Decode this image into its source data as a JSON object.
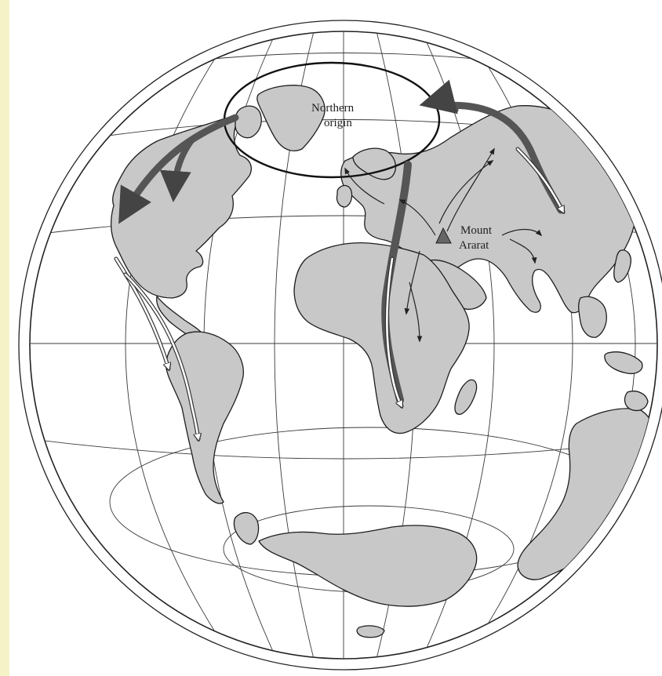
{
  "labels": {
    "northern_origin_line1": "Northern",
    "northern_origin_line2": "origin",
    "mount_ararat_line1": "Mount",
    "mount_ararat_line2": "Ararat"
  },
  "colors": {
    "land": "#c9c8c9",
    "land_outline": "#1e1e1e",
    "grid": "#3a3a3a",
    "dark_arrow": "#555555",
    "light_arrow": "#ffffff",
    "band": "#f6f2c8"
  },
  "icons": {
    "mountain": "mountain-triangle-icon"
  }
}
